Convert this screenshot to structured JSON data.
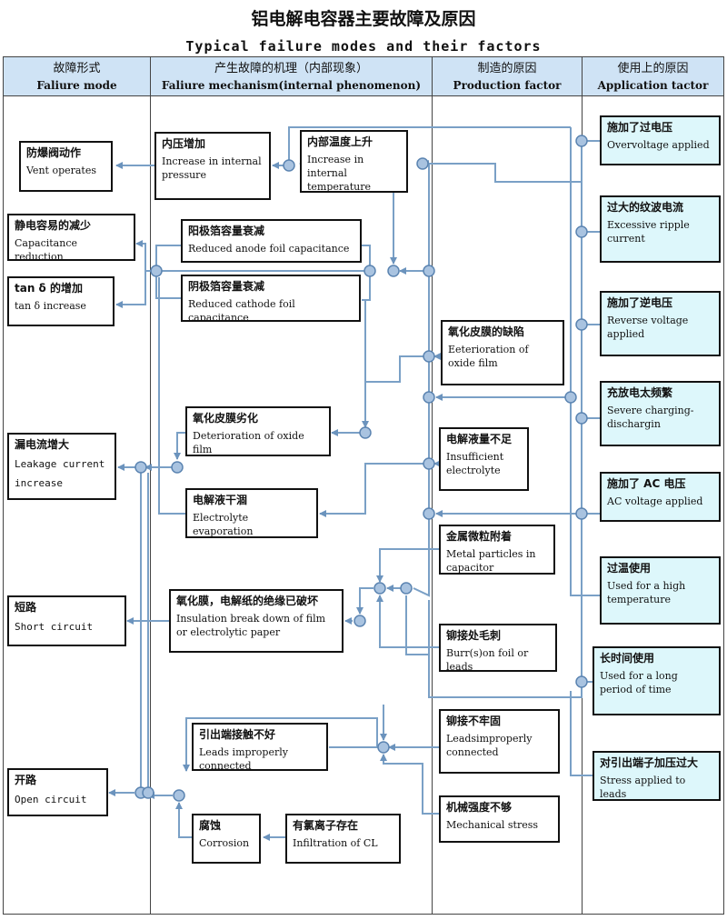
{
  "title_cn": "铝电解电容器主要故障及原因",
  "title_en": "Typical failure modes and their factors",
  "headers": [
    {
      "cn": "故障形式",
      "en": "Faliure mode"
    },
    {
      "cn": "产生故障的机理（内部现象）",
      "en": "Faliure mechanism(internal phenomenon)"
    },
    {
      "cn": "制造的原因",
      "en": "Production factor"
    },
    {
      "cn": "使用上的原因",
      "en": "Application tactor"
    }
  ],
  "modes": {
    "vent": {
      "cn": "防爆阀动作",
      "en": "Vent operates"
    },
    "cap": {
      "cn": "静电容易的减少",
      "en": "Capacitance reduction"
    },
    "tan": {
      "cn": "tan δ 的增加",
      "en": "tan δ increase"
    },
    "leak": {
      "cn": "漏电流增大",
      "en": "Leakage current increase"
    },
    "short": {
      "cn": "短路",
      "en": "Short circuit"
    },
    "open": {
      "cn": "开路",
      "en": "Open circuit"
    }
  },
  "mechanisms": {
    "pressure": {
      "cn": "内压增加",
      "en": "Increase in internal pressure"
    },
    "temp": {
      "cn": "内部温度上升",
      "en": "Increase in internal temperature"
    },
    "anode": {
      "cn": "阳极箔容量衰减",
      "en": "Reduced anode foil capacitance"
    },
    "cathode": {
      "cn": "阴极箔容量衰减",
      "en": "Reduced cathode foil capacitance"
    },
    "oxide_det": {
      "cn": "氧化皮膜劣化",
      "en": "Deterioration of oxide film"
    },
    "evap": {
      "cn": "电解液干涸",
      "en": "Electrolyte evaporation"
    },
    "insul": {
      "cn": "氧化膜，电解纸的绝缘已破坏",
      "en": "Insulation break down of film or electrolytic paper"
    },
    "leads": {
      "cn": "引出端接触不好",
      "en": "Leads improperly connected"
    },
    "corrosion": {
      "cn": "腐蚀",
      "en": "Corrosion"
    },
    "chlorine": {
      "cn": "有氯离子存在",
      "en": "Infiltration of CL"
    }
  },
  "production": {
    "oxide_flaw": {
      "cn": "氧化皮膜的缺陷",
      "en": "Eeterioration of oxide film"
    },
    "electrolyte": {
      "cn": "电解液量不足",
      "en": "Insufficient electrolyte"
    },
    "metal": {
      "cn": "金属微粒附着",
      "en": "Metal particles in capacitor"
    },
    "burr": {
      "cn": "铆接处毛刺",
      "en": "Burr(s)on foil or leads"
    },
    "rivet": {
      "cn": "铆接不牢固",
      "en": "Leadsimproperly connected"
    },
    "mech": {
      "cn": "机械强度不够",
      "en": "Mechanical stress"
    }
  },
  "application": {
    "overvolt": {
      "cn": "施加了过电压",
      "en": "Overvoltage applied"
    },
    "ripple": {
      "cn": "过大的纹波电流",
      "en": "Excessive ripple current"
    },
    "reverse": {
      "cn": "施加了逆电压",
      "en": "Reverse voltage applied"
    },
    "charge": {
      "cn": "充放电太频繁",
      "en": "Severe charging-dischargin"
    },
    "ac": {
      "cn": "施加了 AC 电压",
      "en": "AC voltage applied"
    },
    "hightemp": {
      "cn": "过温使用",
      "en": "Used for a high temperature"
    },
    "longtime": {
      "cn": "长时间使用",
      "en": "Used for a long period of time"
    },
    "stress": {
      "cn": "对引出端子加压过大",
      "en": "Stress applied to leads"
    }
  }
}
